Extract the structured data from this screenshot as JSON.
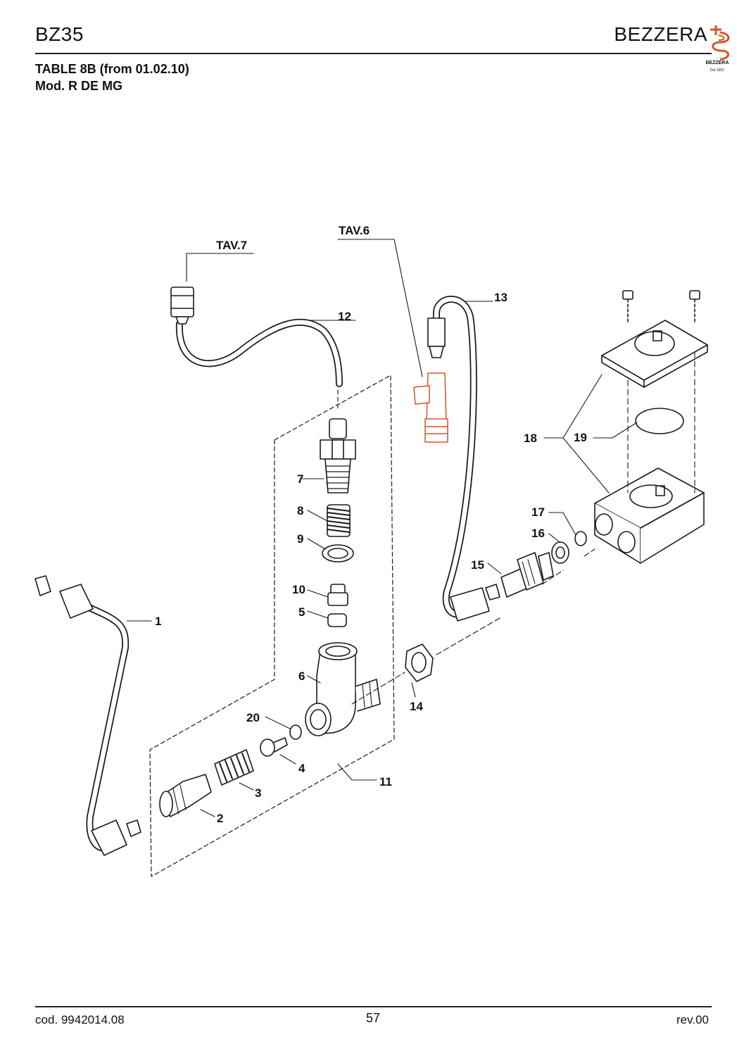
{
  "header": {
    "model": "BZ35",
    "brand": "BEZZERA",
    "logo_text": "BEZZERA",
    "logo_sub": "Dal 1901"
  },
  "title": {
    "line1": "TABLE 8B (from 01.02.10)",
    "line2": "Mod. R DE MG"
  },
  "diagram": {
    "refs": {
      "tav7": "TAV.7",
      "tav6": "TAV.6"
    },
    "callouts": [
      "1",
      "2",
      "3",
      "4",
      "5",
      "6",
      "7",
      "8",
      "9",
      "10",
      "11",
      "12",
      "13",
      "14",
      "15",
      "16",
      "17",
      "18",
      "19",
      "20"
    ],
    "colors": {
      "line": "#1a1a1a",
      "highlight": "#d2562a"
    }
  },
  "footer": {
    "code": "cod. 9942014.08",
    "page": "57",
    "revision": "rev.00"
  }
}
